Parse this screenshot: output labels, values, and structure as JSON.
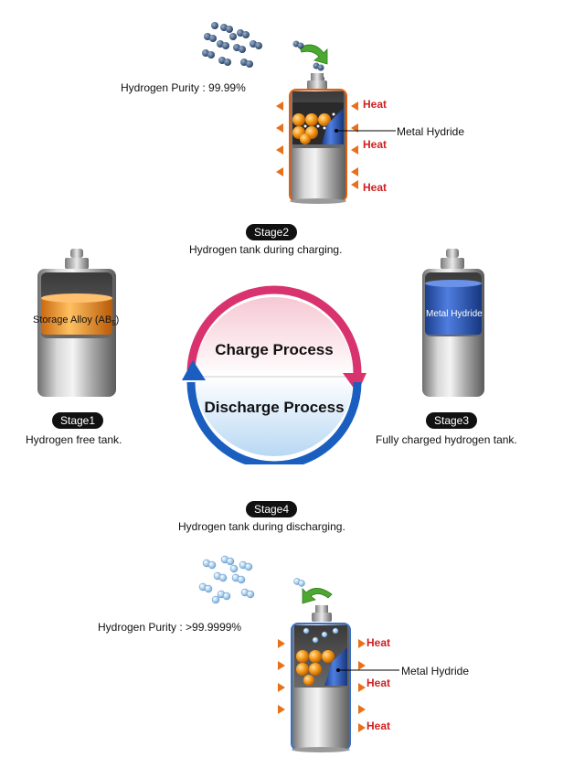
{
  "stage1": {
    "badge": "Stage1",
    "caption": "Hydrogen free tank.",
    "tank_label": "Storage Alloy (AB",
    "tank_label_sub": "5",
    "tank_label_end": ")"
  },
  "stage2": {
    "badge": "Stage2",
    "caption": "Hydrogen tank during charging.",
    "purity": "Hydrogen Purity : 99.99%",
    "hydride_label": "Metal Hydride",
    "heat_labels": [
      "Heat",
      "Heat",
      "Heat"
    ]
  },
  "stage3": {
    "badge": "Stage3",
    "caption": "Fully charged hydrogen tank.",
    "tank_label": "Metal Hydride"
  },
  "stage4": {
    "badge": "Stage4",
    "caption": "Hydrogen tank during discharging.",
    "purity": "Hydrogen Purity : >99.9999%",
    "hydride_label": "Metal Hydride",
    "heat_labels": [
      "Heat",
      "Heat",
      "Heat"
    ]
  },
  "cycle": {
    "charge": "Charge Process",
    "discharge": "Discharge Process"
  },
  "colors": {
    "charge_arrow": "#d8336f",
    "discharge_arrow": "#1a5fc0",
    "heat_text": "#d02020",
    "heat_arrow": "#e8701a",
    "alloy": "#f59a2a",
    "hydride": "#2a5fc4",
    "h2_dark": "#2a4a70",
    "h2_light": "#8ec5ea"
  }
}
